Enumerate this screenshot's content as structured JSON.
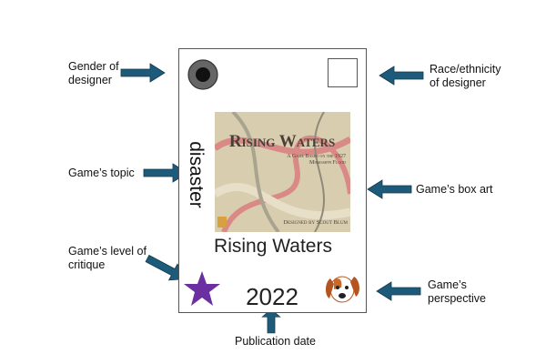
{
  "labels": {
    "gender": "Gender of designer",
    "race": "Race/ethnicity of designer",
    "topic": "Game’s topic",
    "box_art": "Game’s box art",
    "critique": "Game’s level of critique",
    "perspective": "Game’s perspective",
    "publication": "Publication date"
  },
  "card": {
    "topic": "disaster",
    "title": "Rising Waters",
    "year": "2022",
    "box_art": {
      "title": "Rising Waters",
      "subtitle": "A Game Based on the 1927 Mississippi Flood",
      "credit": "Designed by Scout Blum"
    }
  },
  "colors": {
    "arrow": "#1e5b7a",
    "star": "#6a2fa0"
  }
}
